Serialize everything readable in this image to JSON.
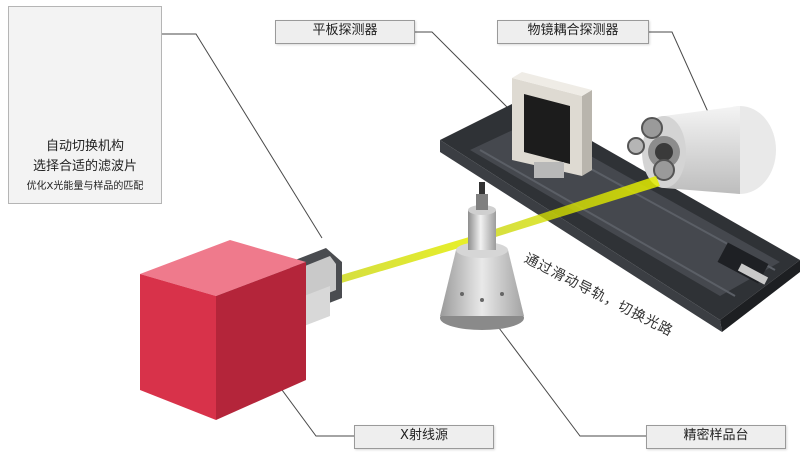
{
  "labels": {
    "flat_panel_detector": "平板探测器",
    "lens_coupled_detector": "物镜耦合探测器",
    "xray_source": "X射线源",
    "sample_stage": "精密样品台",
    "rail_note": "通过滑动导轨，切换光路"
  },
  "inset": {
    "line1": "自动切换机构",
    "line2": "选择合适的滤波片",
    "line3": "优化X光能量与样品的匹配"
  },
  "colors": {
    "source_red": "#d8324a",
    "beam_yellow": "#d8e000",
    "rail_dark": "#2f3236",
    "callout_bg": "#eeeeee"
  }
}
